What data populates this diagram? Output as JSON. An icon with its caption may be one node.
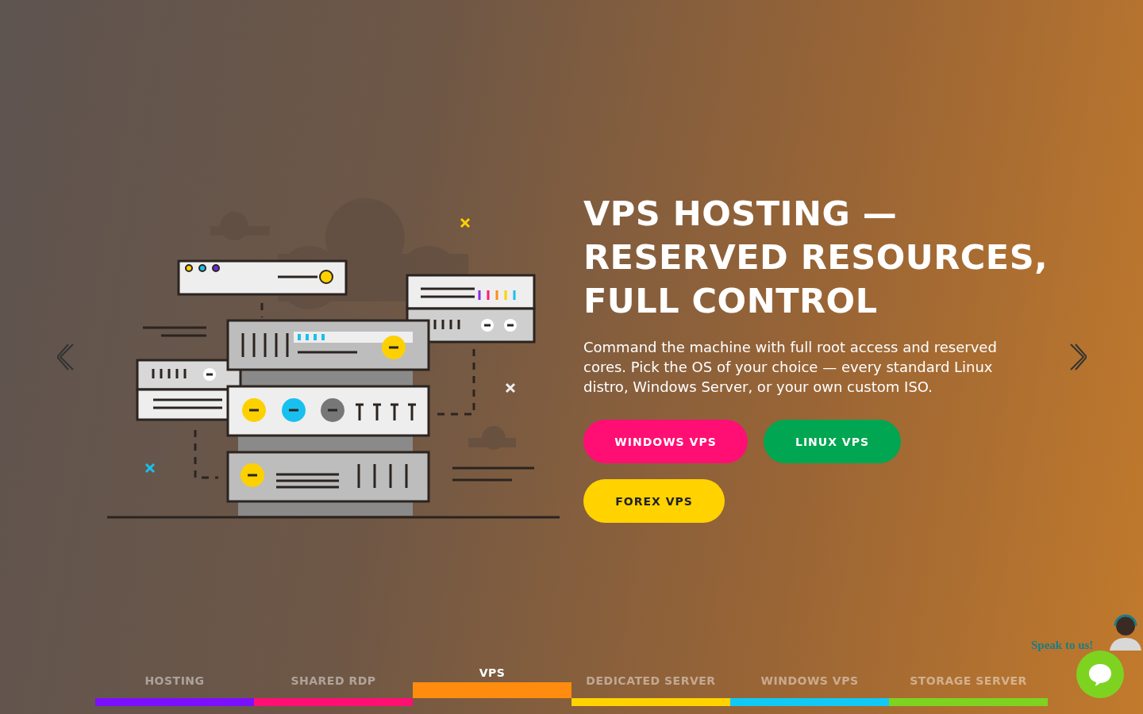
{
  "diagram": {
    "title": "VPS HOSTING — RESERVED RESOURCES, FULL CONTROL",
    "labels": [
      "Command the machine with full root access and reserved cores. Pick the OS of your choice — every standard Linux distro, Windows Server, or your own custom ISO.",
      "WINDOWS VPS",
      "LINUX VPS",
      "FOREX VPS",
      "Speak to us!",
      "HOSTING",
      "SHARED RDP",
      "VPS",
      "DEDICATED SERVER",
      "WINDOWS VPS",
      "STORAGE SERVER"
    ]
  }
}
